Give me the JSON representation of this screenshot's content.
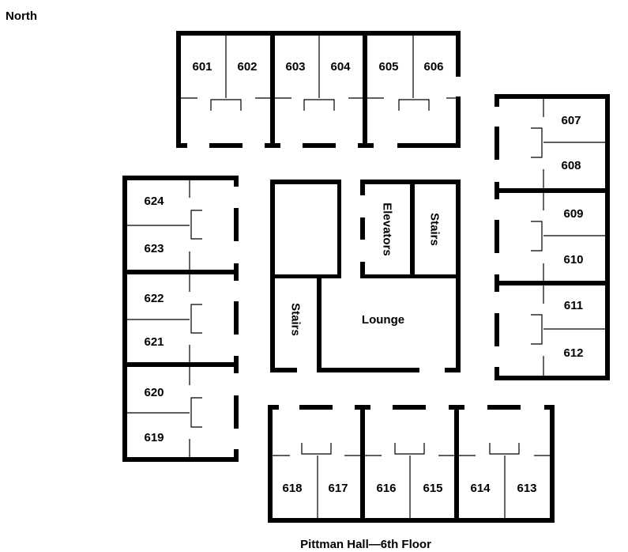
{
  "compass_label": "North",
  "caption": "Pittman Hall—6th Floor",
  "rooms": {
    "r601": "601",
    "r602": "602",
    "r603": "603",
    "r604": "604",
    "r605": "605",
    "r606": "606",
    "r607": "607",
    "r608": "608",
    "r609": "609",
    "r610": "610",
    "r611": "611",
    "r612": "612",
    "r613": "613",
    "r614": "614",
    "r615": "615",
    "r616": "616",
    "r617": "617",
    "r618": "618",
    "r619": "619",
    "r620": "620",
    "r621": "621",
    "r622": "622",
    "r623": "623",
    "r624": "624"
  },
  "core": {
    "elevators": "Elevators",
    "stairs_east": "Stairs",
    "stairs_west": "Stairs",
    "lounge": "Lounge"
  }
}
